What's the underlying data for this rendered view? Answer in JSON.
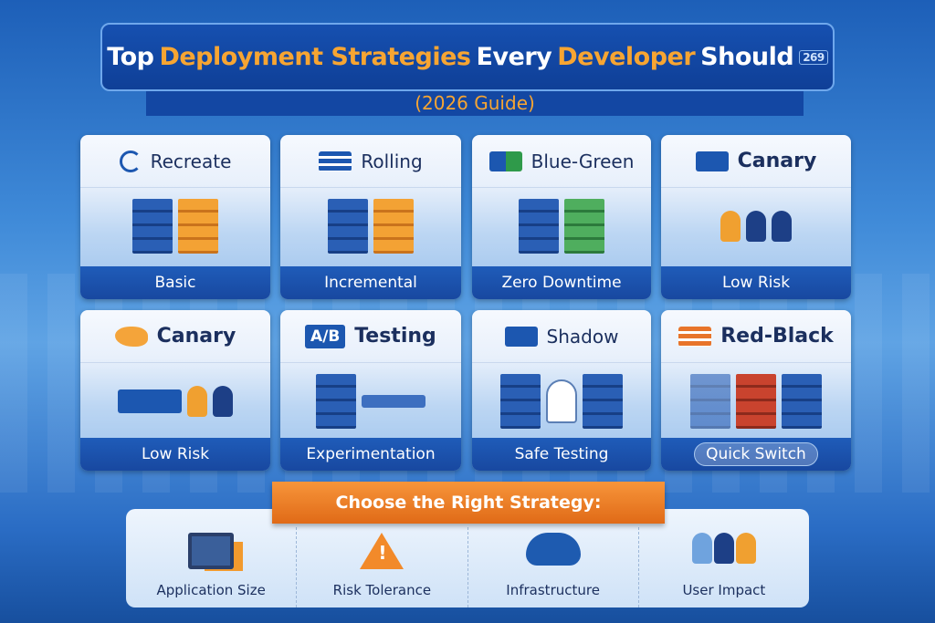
{
  "title": {
    "part1": "Top",
    "part2": "Deployment Strategies",
    "part3": "Every",
    "part4": "Developer",
    "part5": "Should",
    "badge": "269",
    "subtitle": "(2026 Guide)"
  },
  "cards": [
    {
      "name": "Recreate",
      "tag": "Basic",
      "icon": "refresh-icon"
    },
    {
      "name": "Rolling",
      "tag": "Incremental",
      "icon": "list-icon"
    },
    {
      "name": "Blue-Green",
      "tag": "Zero Downtime",
      "icon": "switch-arrow-icon"
    },
    {
      "name": "Canary",
      "tag": "Low Risk",
      "icon": "switch-arrow-icon"
    },
    {
      "name": "Canary",
      "tag": "Low Risk",
      "icon": "bird-icon"
    },
    {
      "name": "Testing",
      "badge": "A/B",
      "tag": "Experimentation",
      "icon": "ab-icon"
    },
    {
      "name": "Shadow",
      "tag": "Safe Testing",
      "icon": "shadow-icon"
    },
    {
      "name": "Red-Black",
      "tag": "Quick Switch",
      "icon": "list-icon"
    }
  ],
  "choose": {
    "title": "Choose the Right Strategy:",
    "criteria": [
      {
        "label": "Application Size",
        "icon": "monitor-icon"
      },
      {
        "label": "Risk Tolerance",
        "icon": "warning-icon"
      },
      {
        "label": "Infrastructure",
        "icon": "cloud-icon"
      },
      {
        "label": "User Impact",
        "icon": "users-icon"
      }
    ]
  },
  "colors": {
    "accent": "#f7a532",
    "primary": "#1650b0",
    "ribbon": "#e97a22"
  }
}
